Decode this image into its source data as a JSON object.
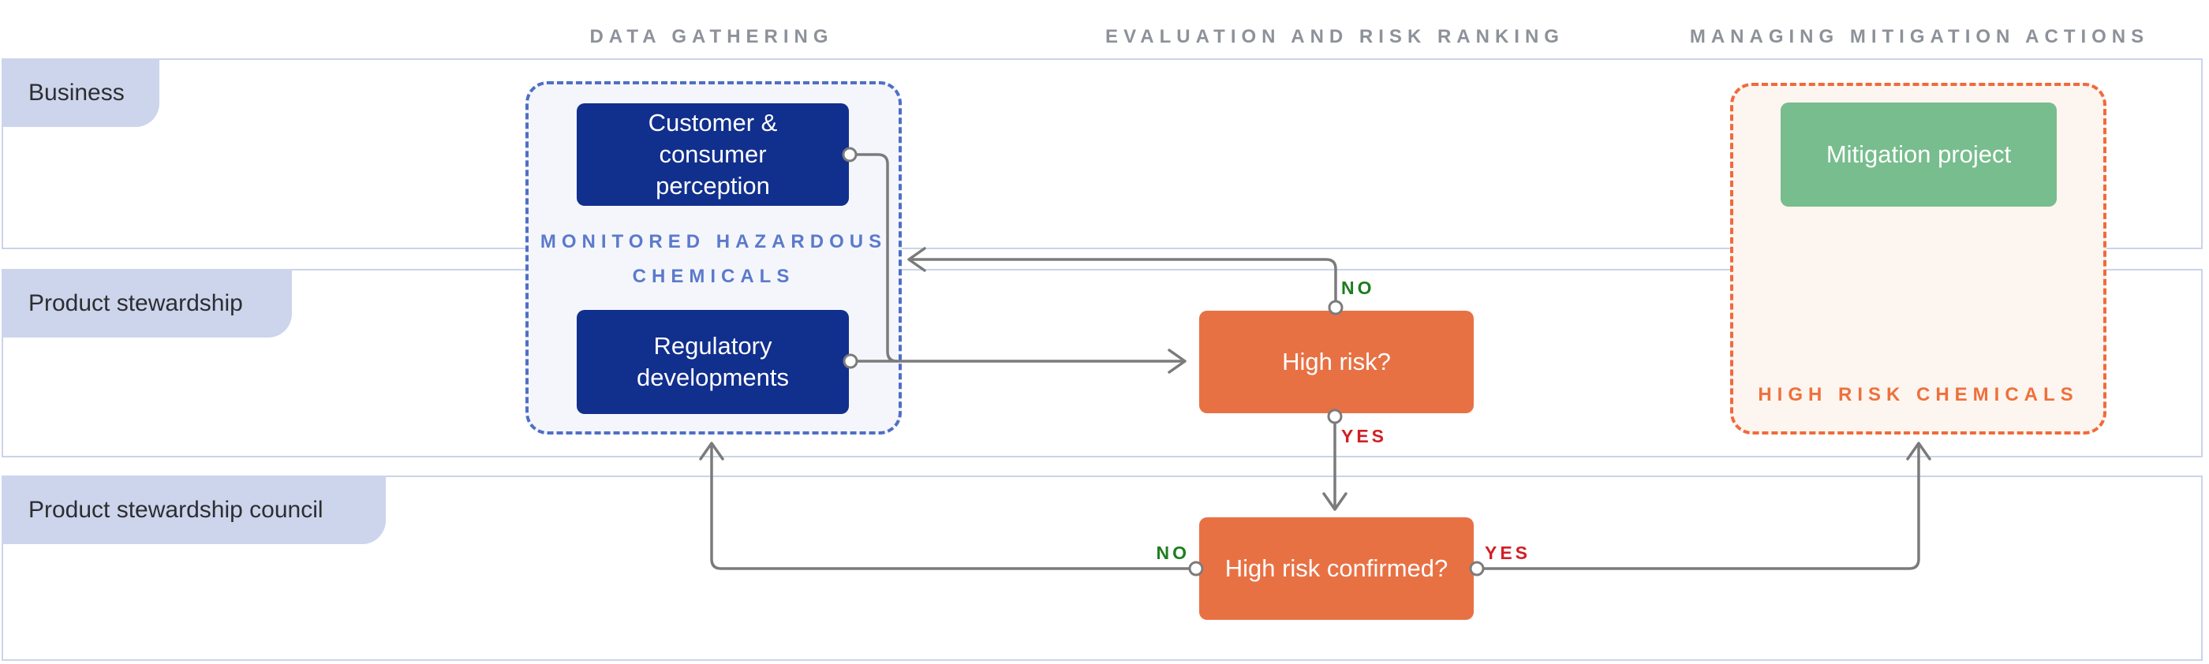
{
  "columns": [
    {
      "id": "data-gathering",
      "label": "DATA GATHERING"
    },
    {
      "id": "evaluation-and-risk-ranking",
      "label": "EVALUATION AND RISK RANKING"
    },
    {
      "id": "managing-mitigation-actions",
      "label": "MANAGING MITIGATION ACTIONS"
    }
  ],
  "lanes": [
    {
      "id": "business",
      "label": "Business"
    },
    {
      "id": "product-stewardship",
      "label": "Product stewardship"
    },
    {
      "id": "product-stewardship-council",
      "label": "Product stewardship council"
    }
  ],
  "containers": {
    "monitored": {
      "label": "MONITORED HAZARDOUS CHEMICALS"
    },
    "high_risk": {
      "label": "HIGH RISK CHEMICALS"
    }
  },
  "nodes": {
    "customer": {
      "label": "Customer & consumer perception"
    },
    "regulatory": {
      "label": "Regulatory developments"
    },
    "high_risk_q": {
      "label": "High risk?"
    },
    "high_risk_confirmed_q": {
      "label": "High risk confirmed?"
    },
    "mitigation_project": {
      "label": "Mitigation project"
    }
  },
  "edge_labels": {
    "high_risk_no": "NO",
    "high_risk_yes": "YES",
    "confirmed_no": "NO",
    "confirmed_yes": "YES"
  },
  "colors": {
    "navy": "#112f8d",
    "orange": "#e87144",
    "green": "#77bd8d",
    "blue_dash": "#4f6fc5",
    "blue_fill": "#f4f6fb",
    "blue_label": "#5b7acb",
    "orange_dash": "#f06a3c",
    "orange_fill": "#fdf5ef",
    "orange_label": "#ee703b",
    "lane_border": "#ccd3ea",
    "tab_fill": "#cdd5ed",
    "header_gray": "#8d9199",
    "line_gray": "#7b7b7b",
    "no_green": "#1e7d1f",
    "yes_red": "#d11f24",
    "text_dark": "#2d2e30"
  }
}
